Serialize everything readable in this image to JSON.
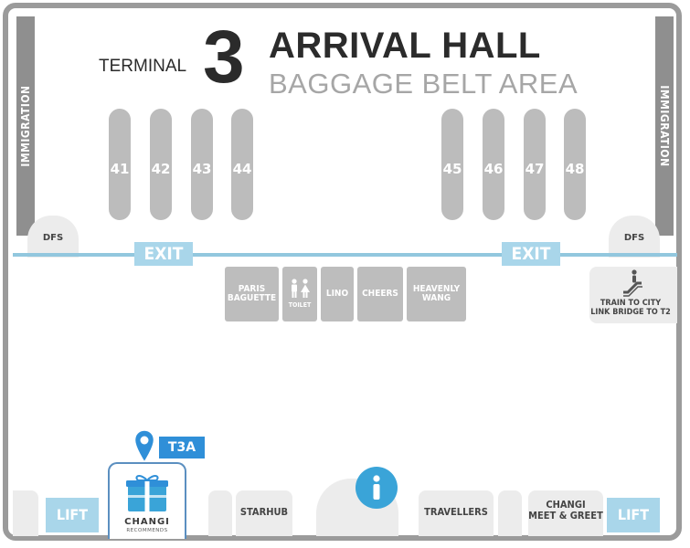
{
  "header": {
    "terminal_label": "TERMINAL",
    "terminal_number": "3",
    "title": "ARRIVAL HALL",
    "subtitle": "BAGGAGE BELT AREA"
  },
  "walls": {
    "left": "IMMIGRATION",
    "right": "IMMIGRATION"
  },
  "belts": [
    "41",
    "42",
    "43",
    "44",
    "45",
    "46",
    "47",
    "48"
  ],
  "dfs": {
    "left": "DFS",
    "right": "DFS"
  },
  "exits": {
    "left": "EXIT",
    "right": "EXIT"
  },
  "shops": {
    "paris": "PARIS\nBAGUETTE",
    "toilet": "TOILET",
    "lino": "LINO",
    "cheers": "CHEERS",
    "heavenly": "HEAVENLY\nWANG"
  },
  "train": {
    "label": "TRAIN TO CITY\nLINK BRIDGE TO T2"
  },
  "marker": {
    "label": "T3A"
  },
  "changi": {
    "brand": "CHANGI",
    "tagline": "RECOMMENDS"
  },
  "bottom": {
    "lift_left": "LIFT",
    "starhub": "STARHUB",
    "travellers": "TRAVELLERS",
    "meet_greet": "CHANGI\nMEET & GREET",
    "lift_right": "LIFT"
  },
  "colors": {
    "wall": "#8f8f8f",
    "belt": "#bcbcbc",
    "exit": "#a9d6ea",
    "line": "#92c7de",
    "pin": "#2f8fd8",
    "info": "#3aa4d8"
  }
}
